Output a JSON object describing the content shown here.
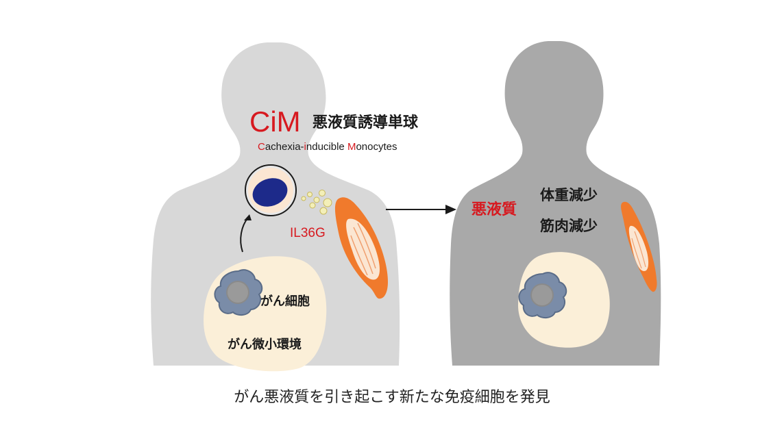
{
  "cim": {
    "acronym": "CiM",
    "japanese_name": "悪液質誘導単球",
    "english_name": {
      "c_initial": "C",
      "c_rest": "achexia-",
      "i_initial": "i",
      "i_rest": "nducible ",
      "m_initial": "M",
      "m_rest": "onocytes"
    }
  },
  "cytokine_label": "IL36G",
  "left_body": {
    "cancer_cell_label": "がん細胞",
    "microenvironment_label": "がん微小環境"
  },
  "right_body": {
    "cachexia_label": "悪液質",
    "symptom_weight": "体重減少",
    "symptom_muscle": "筋肉減少"
  },
  "caption": "がん悪液質を引き起こす新たな免疫細胞を発見",
  "colors": {
    "accent_red": "#d7191f",
    "body_light": "#d8d8d8",
    "body_dark": "#a9a9a9",
    "muscle_orange": "#f07a2c",
    "microenv_cream": "#fbefd8",
    "nucleus_blue": "#1d2a8a"
  }
}
